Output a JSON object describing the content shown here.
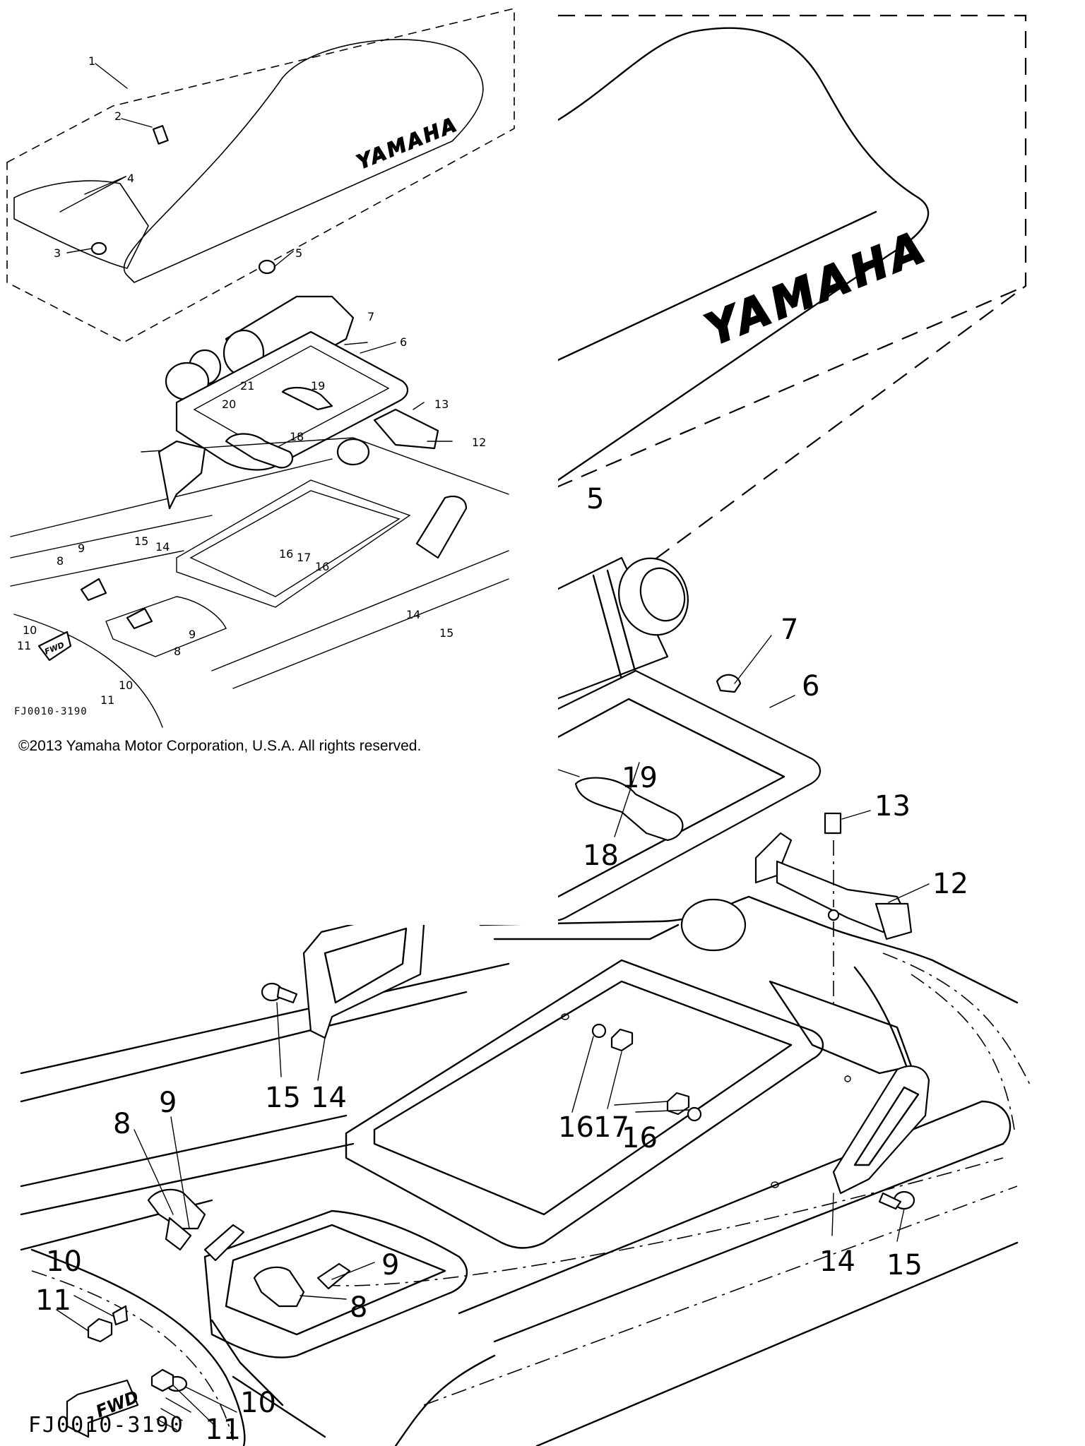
{
  "diagram": {
    "copyright": "©2013 Yamaha Motor Corporation, U.S.A. All rights reserved.",
    "drawing_code": "FJ0010-3190",
    "brand_on_seat": "YAMAHA",
    "fwd_label": "FWD"
  },
  "callouts_large": [
    "5",
    "7",
    "6",
    "19",
    "18",
    "13",
    "12",
    "15",
    "14",
    "16",
    "17",
    "16",
    "9",
    "8",
    "14",
    "15",
    "10",
    "11",
    "9",
    "8",
    "10",
    "11"
  ],
  "callouts_small": [
    "1",
    "2",
    "4",
    "3",
    "5",
    "7",
    "6",
    "21",
    "19",
    "20",
    "13",
    "18",
    "12",
    "15",
    "14",
    "16",
    "17",
    "16",
    "9",
    "8",
    "9",
    "8",
    "14",
    "15",
    "10",
    "11",
    "10",
    "11"
  ]
}
